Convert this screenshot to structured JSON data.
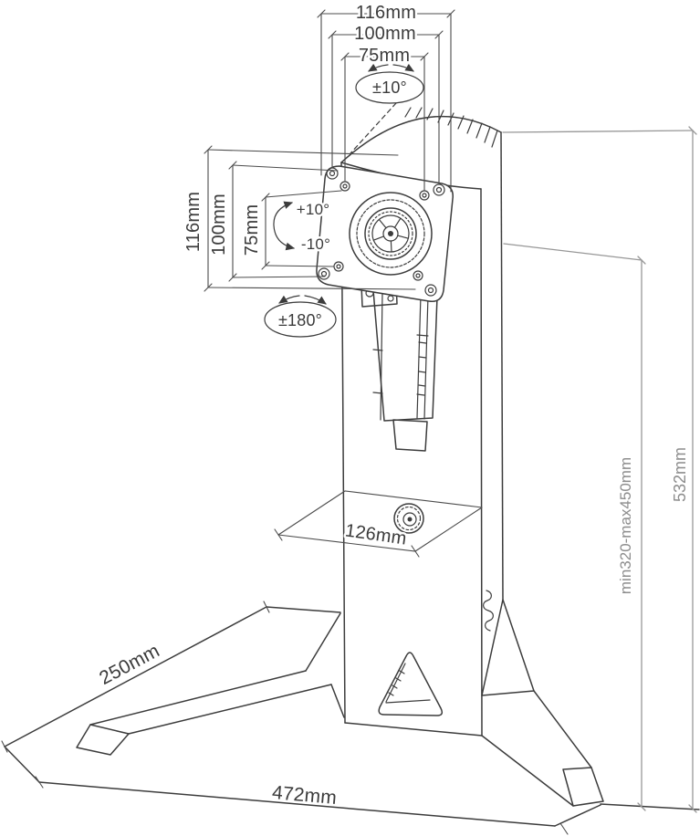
{
  "diagram": {
    "type": "technical-drawing",
    "subject": "single monitor desk stand with VESA mount - dimension drawing",
    "dimensions": {
      "vesa_width_outer": "116mm",
      "vesa_width_mid": "100mm",
      "vesa_width_inner": "75mm",
      "swivel_range": "±10°",
      "vesa_height_outer": "116mm",
      "vesa_height_mid": "100mm",
      "vesa_height_inner": "75mm",
      "tilt_up": "+10°",
      "tilt_down": "-10°",
      "rotation_range": "±180°",
      "column_depth": "126mm",
      "base_depth": "250mm",
      "base_width": "472mm",
      "height_adjust_range": "min320-max450mm",
      "total_height": "532mm"
    },
    "colors": {
      "line": "#3c3c3c",
      "dimension_line": "#4c4c4c",
      "side_dimension_line": "#979797",
      "text": "#3b3b3b",
      "background": "#ffffff"
    }
  }
}
